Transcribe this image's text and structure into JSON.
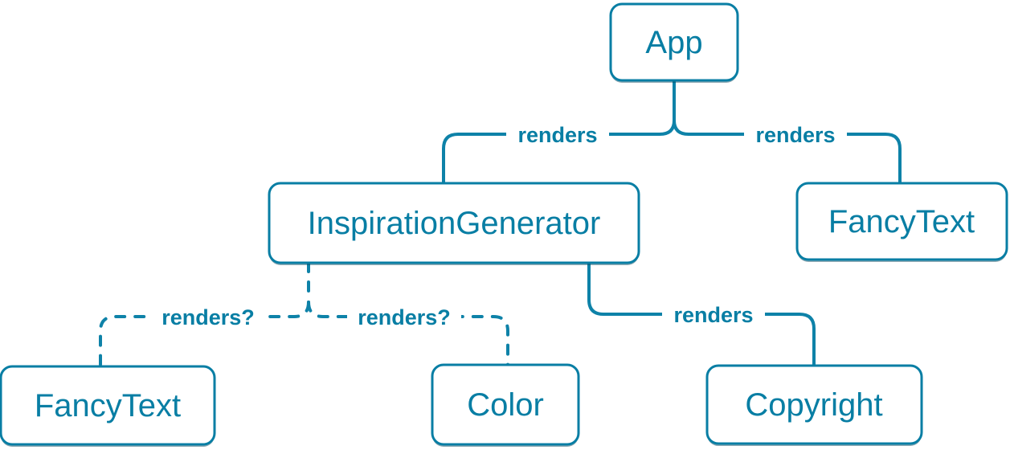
{
  "diagram": {
    "type": "component-render-tree",
    "colors": {
      "accent": "#087ea4",
      "line": "#0e82a8",
      "shadow": "rgba(7, 66, 88, 0.45)",
      "bg": "#ffffff"
    },
    "nodes": {
      "app": {
        "label": "App"
      },
      "inspiration_generator": {
        "label": "InspirationGenerator"
      },
      "fancy_text_top": {
        "label": "FancyText"
      },
      "fancy_text_bottom": {
        "label": "FancyText"
      },
      "color_node": {
        "label": "Color"
      },
      "copyright_node": {
        "label": "Copyright"
      }
    },
    "edges": {
      "app_inspiration": {
        "from": "App",
        "to": "InspirationGenerator",
        "label": "renders",
        "style": "solid"
      },
      "app_fancytext": {
        "from": "App",
        "to": "FancyText",
        "label": "renders",
        "style": "solid"
      },
      "inspiration_fancytext": {
        "from": "InspirationGenerator",
        "to": "FancyText",
        "label": "renders?",
        "style": "dashed"
      },
      "inspiration_color": {
        "from": "InspirationGenerator",
        "to": "Color",
        "label": "renders?",
        "style": "dashed"
      },
      "inspiration_copyright": {
        "from": "InspirationGenerator",
        "to": "Copyright",
        "label": "renders",
        "style": "solid"
      }
    }
  }
}
